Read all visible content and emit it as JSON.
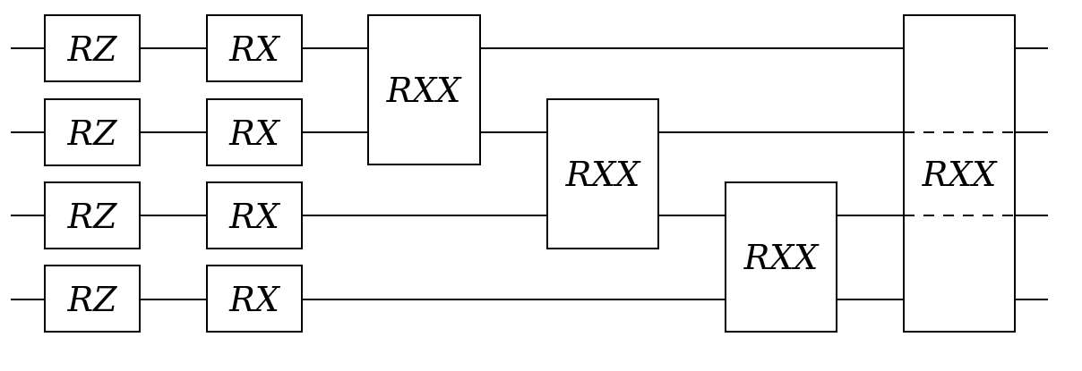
{
  "circuit": {
    "qubits": 4,
    "gates": [
      {
        "id": "rz-q0",
        "label": "RZ",
        "qubits": [
          0
        ]
      },
      {
        "id": "rz-q1",
        "label": "RZ",
        "qubits": [
          1
        ]
      },
      {
        "id": "rz-q2",
        "label": "RZ",
        "qubits": [
          2
        ]
      },
      {
        "id": "rz-q3",
        "label": "RZ",
        "qubits": [
          3
        ]
      },
      {
        "id": "rx-q0",
        "label": "RX",
        "qubits": [
          0
        ]
      },
      {
        "id": "rx-q1",
        "label": "RX",
        "qubits": [
          1
        ]
      },
      {
        "id": "rx-q2",
        "label": "RX",
        "qubits": [
          2
        ]
      },
      {
        "id": "rx-q3",
        "label": "RX",
        "qubits": [
          3
        ]
      },
      {
        "id": "rxx-q0-q1",
        "label": "RXX",
        "qubits": [
          0,
          1
        ]
      },
      {
        "id": "rxx-q1-q2",
        "label": "RXX",
        "qubits": [
          1,
          2
        ]
      },
      {
        "id": "rxx-q2-q3",
        "label": "RXX",
        "qubits": [
          2,
          3
        ]
      },
      {
        "id": "rxx-q0-q3",
        "label": "RXX",
        "qubits": [
          0,
          3
        ]
      }
    ]
  }
}
